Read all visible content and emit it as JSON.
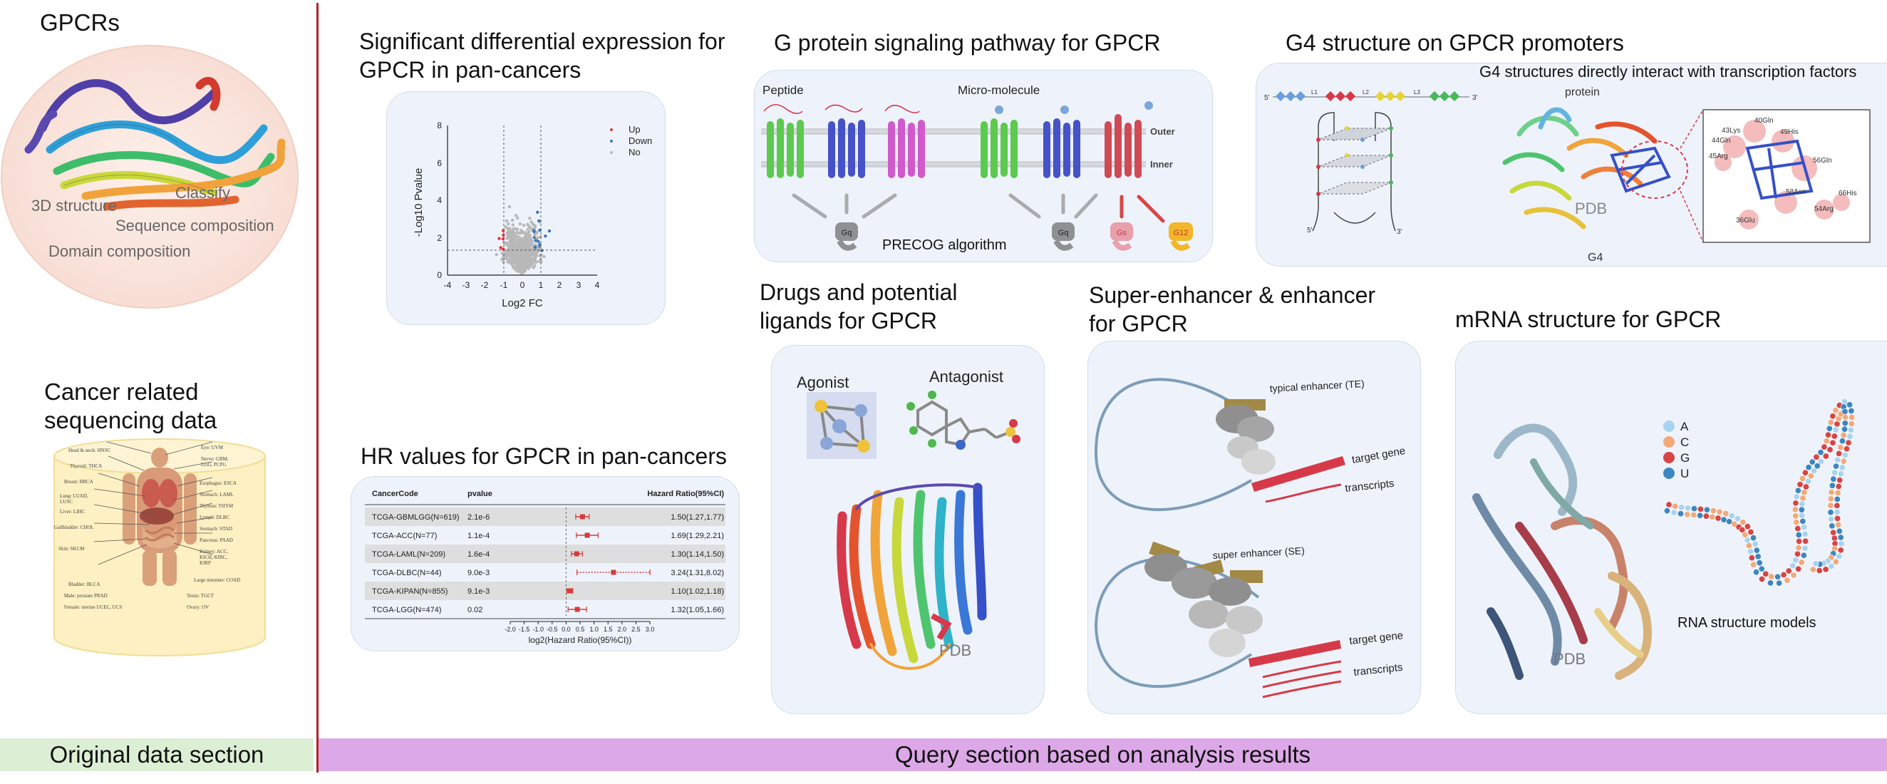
{
  "left": {
    "gpcrs_title": "GPCRs",
    "gpcrs_labels": [
      "3D structure",
      "Classify",
      "Sequence composition",
      "Domain composition"
    ],
    "cancer_title_line1": "Cancer related",
    "cancer_title_line2": "sequencing data",
    "body_map_labels": [
      "Head & neck: HNSC",
      "Eye: UVM",
      "Thyroid: THCA",
      "Nerve: GBM, LGG, PCPG",
      "Breast: BRCA",
      "Esophagus: ESCA",
      "Lung: LUAD, LUSC",
      "Stomach: LAML",
      "Liver: LIHC",
      "Thymus: THYM",
      "Gallbladder: CHOL",
      "Lymph: DLBC",
      "Stomach: STAD",
      "Pancreas: PAAD",
      "Kidney: ACC, KICH, KIRC, KIRP",
      "Skin: SKCM",
      "Bladder: BLCA",
      "Large intestine: COAD",
      "Male: prostate PRAD",
      "Female: uterine UCEC, UCS",
      "Testis: TGCT",
      "Ovary: OV"
    ]
  },
  "volcano": {
    "title_line1": "Significant differential expression for",
    "title_line2": "GPCR in pan-cancers",
    "ylabel": "-Log10 Pvalue",
    "xlabel": "Log2 FC",
    "legend": [
      "Up",
      "Down",
      "No"
    ],
    "colors": {
      "up": "#e0363a",
      "down": "#3a78b8",
      "no": "#b8b8b8"
    }
  },
  "gprotein": {
    "title": "G protein signaling pathway for GPCR",
    "peptide_label": "Peptide",
    "micro_label": "Micro-molecule",
    "outer_label": "Outer",
    "inner_label": "Inner",
    "algorithm_label": "PRECOG algorithm",
    "gproteins": [
      "Gq",
      "Gq",
      "Gs",
      "G12"
    ]
  },
  "g4": {
    "title": "G4 structure on GPCR promoters",
    "subtitle": "G4 structures directly interact with transcription factors",
    "protein_label": "protein",
    "pdb_label": "PDB",
    "g4_label": "G4",
    "loop_labels": [
      "L1",
      "L2",
      "L3"
    ],
    "residues": [
      "40Gln",
      "43Lys",
      "44Gln",
      "45Arg",
      "49His",
      "56Gln",
      "58Asn",
      "54Arg",
      "66His",
      "36Glu"
    ]
  },
  "hr": {
    "title": "HR values for GPCR in pan-cancers",
    "headers": [
      "CancerCode",
      "pvalue",
      "Hazard Ratio(95%CI)"
    ],
    "xlabel": "log2(Hazard Ratio(95%CI))",
    "ticks": [
      "-2.0",
      "-1.5",
      "-1.0",
      "-0.5",
      "0.0",
      "0.5",
      "1.0",
      "1.5",
      "2.0",
      "2.5",
      "3.0"
    ]
  },
  "chart_data": {
    "type": "table",
    "title": "HR values for GPCR in pan-cancers",
    "xlabel": "log2(Hazard Ratio(95%CI))",
    "xlim": [
      -2.0,
      3.0
    ],
    "rows": [
      {
        "code": "TCGA-GBMLGG(N=619)",
        "pvalue": "2.1e-6",
        "hr_text": "1.50(1.27,1.77)",
        "hr": 1.5,
        "lo": 1.27,
        "hi": 1.77
      },
      {
        "code": "TCGA-ACC(N=77)",
        "pvalue": "1.1e-4",
        "hr_text": "1.69(1.29,2.21)",
        "hr": 1.69,
        "lo": 1.29,
        "hi": 2.21
      },
      {
        "code": "TCGA-LAML(N=209)",
        "pvalue": "1.6e-4",
        "hr_text": "1.30(1.14,1.50)",
        "hr": 1.3,
        "lo": 1.14,
        "hi": 1.5
      },
      {
        "code": "TCGA-DLBC(N=44)",
        "pvalue": "9.0e-3",
        "hr_text": "3.24(1.31,8.02)",
        "hr": 3.24,
        "lo": 1.31,
        "hi": 8.02
      },
      {
        "code": "TCGA-KIPAN(N=855)",
        "pvalue": "9.1e-3",
        "hr_text": "1.10(1.02,1.18)",
        "hr": 1.1,
        "lo": 1.02,
        "hi": 1.18
      },
      {
        "code": "TCGA-LGG(N=474)",
        "pvalue": "0.02",
        "hr_text": "1.32(1.05,1.66)",
        "hr": 1.32,
        "lo": 1.05,
        "hi": 1.66
      }
    ]
  },
  "drugs": {
    "title_line1": "Drugs and potential",
    "title_line2": "ligands for GPCR",
    "agonist_label": "Agonist",
    "antagonist_label": "Antagonist",
    "pdb_label": "PDB"
  },
  "enhancer": {
    "title_line1": "Super-enhancer & enhancer",
    "title_line2": "for GPCR",
    "te_label": "typical enhancer (TE)",
    "se_label": "super enhancer (SE)",
    "target_gene_label": "target gene",
    "transcripts_label": "transcripts"
  },
  "mrna": {
    "title": "mRNA structure for GPCR",
    "legend": [
      {
        "label": "A",
        "color": "#a9d3ef"
      },
      {
        "label": "C",
        "color": "#f2a97a"
      },
      {
        "label": "G",
        "color": "#d64545"
      },
      {
        "label": "U",
        "color": "#3d86c0"
      }
    ],
    "pdb_label": "PDB",
    "models_label": "RNA structure models"
  },
  "bands": {
    "original": "Original data section",
    "query": "Query section based on analysis results",
    "original_color": "#dcefd4",
    "query_color": "#dda8e8"
  }
}
